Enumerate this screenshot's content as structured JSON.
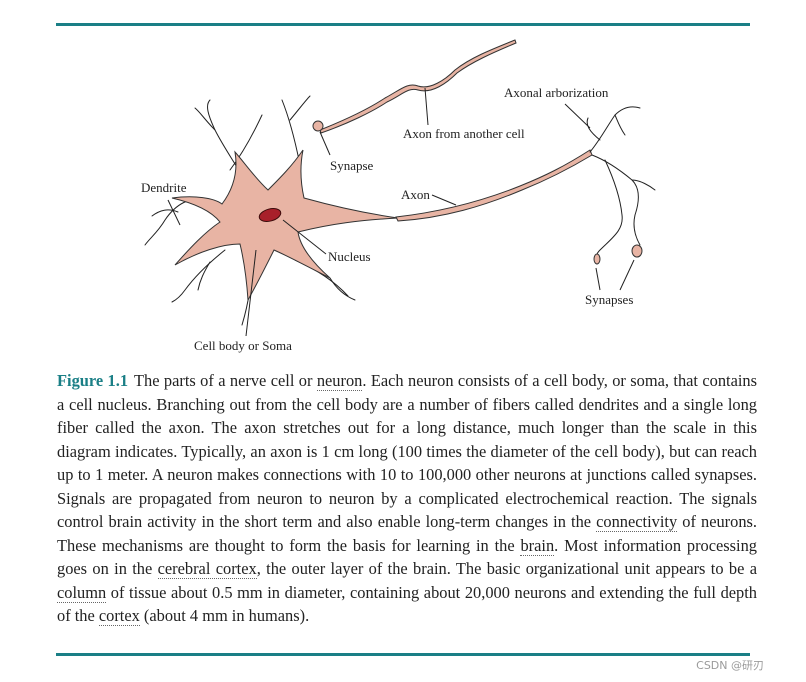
{
  "diagram": {
    "labels": {
      "dendrite": "Dendrite",
      "synapse": "Synapse",
      "axon_from_another_cell": "Axon from another cell",
      "axonal_arborization": "Axonal arborization",
      "axon": "Axon",
      "nucleus": "Nucleus",
      "synapses": "Synapses",
      "cell_body": "Cell body or Soma"
    },
    "colors": {
      "soma": "#e8b4a4",
      "nucleus": "#a8202a",
      "rule": "#1a7f86"
    }
  },
  "caption": {
    "figure_label": "Figure 1.1",
    "seg": [
      "The parts of a nerve cell or ",
      "neuron",
      ". Each neuron consists of a cell body, or soma, that contains a cell nucleus. Branching out from the cell body are a number of fibers called dendrites and a single long fiber called the axon. The axon stretches out for a long distance, much longer than the scale in this diagram indicates. Typically, an axon is 1 cm long (100 times the diameter of the cell body), but can reach up to 1 meter. A neuron makes connections with 10 to 100,000 other neurons at junctions called synapses. Signals are propagated from neuron to neuron by a complicated electrochemical reaction. The signals control brain activity in the short term and also enable long-term changes in the ",
      "connectivity",
      " of neurons. These mechanisms are thought to form the basis for learning in the ",
      "brain",
      ". Most information processing goes on in the ",
      "cerebral cortex",
      ", the outer layer of the brain. The basic organizational unit appears to be a ",
      "column",
      " of tissue about 0.5 mm in diameter, containing about 20,000 neurons and extending the full depth of the ",
      "cortex",
      " (about 4 mm in humans)."
    ]
  },
  "watermark": "CSDN @研刃"
}
